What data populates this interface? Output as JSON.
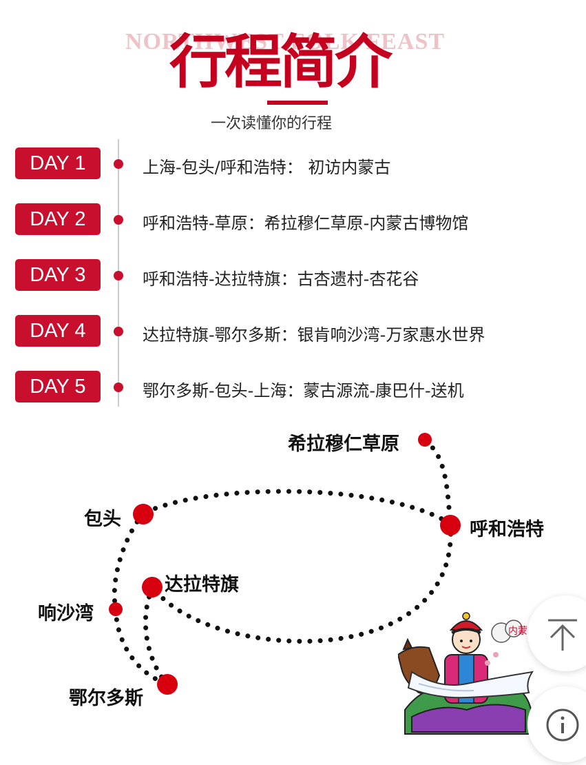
{
  "header": {
    "watermark": "NORTHWEST FOLK FEAST",
    "title": "行程简介",
    "subtitle": "一次读懂你的行程"
  },
  "days": [
    {
      "badge": "DAY 1",
      "text": "上海-包头/呼和浩特：  初访内蒙古"
    },
    {
      "badge": "DAY 2",
      "text": "呼和浩特-草原：希拉穆仁草原-内蒙古博物馆"
    },
    {
      "badge": "DAY 3",
      "text": "呼和浩特-达拉特旗：古杏遗村-杏花谷"
    },
    {
      "badge": "DAY 4",
      "text": "达拉特旗-鄂尔多斯：银肯响沙湾-万家惠水世界"
    },
    {
      "badge": "DAY 5",
      "text": "鄂尔多斯-包头-上海：蒙古源流-康巴什-送机"
    }
  ],
  "map": {
    "cities": {
      "xilamuren": "希拉穆仁草原",
      "hohhot": "呼和浩特",
      "baotou": "包头",
      "dalateqi": "达拉特旗",
      "xiangshawan": "响沙湾",
      "ordos": "鄂尔多斯"
    },
    "sticker_text": "内蒙古"
  },
  "colors": {
    "accent": "#c8102e",
    "title_red": "#c5001f",
    "watermark_pink": "#eec2c6",
    "route_dots": "#111111"
  },
  "buttons": {
    "back_to_top_icon": "arrow-up-to-line-icon",
    "info_icon": "info-circle-icon"
  }
}
